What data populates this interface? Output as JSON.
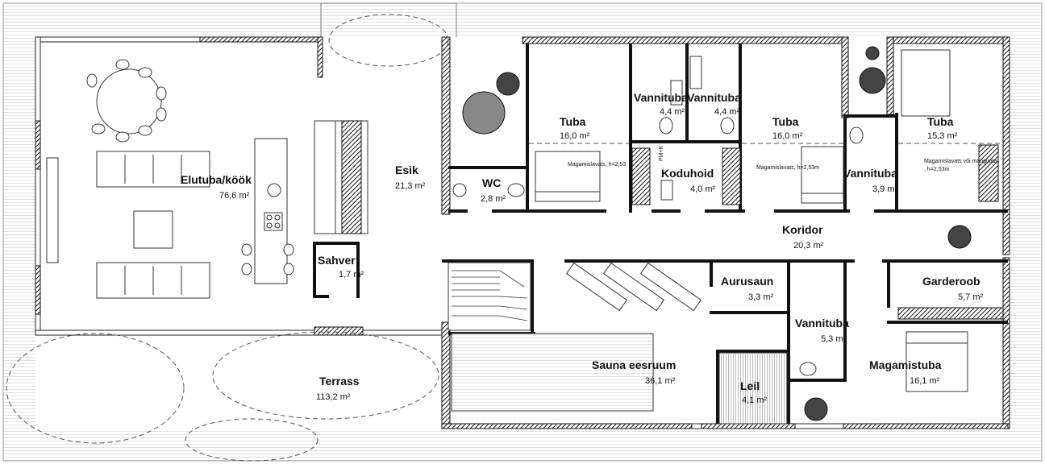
{
  "rooms": {
    "elutuba": {
      "name": "Elutuba/köök",
      "area": "76,6 m²"
    },
    "esik": {
      "name": "Esik",
      "area": "21,3 m²"
    },
    "sahver": {
      "name": "Sahver",
      "area": "1,7 m²"
    },
    "wc": {
      "name": "WC",
      "area": "2,8 m²"
    },
    "tuba1": {
      "name": "Tuba",
      "area": "16,0 m²"
    },
    "vannituba1": {
      "name": "Vannituba",
      "area": "4,4 m²"
    },
    "vannituba2": {
      "name": "Vannituba",
      "area": "4,4 m²"
    },
    "tuba2": {
      "name": "Tuba",
      "area": "16,0 m²"
    },
    "tuba3": {
      "name": "Tuba",
      "area": "15,3 m²"
    },
    "koduhoid": {
      "name": "Koduhoid",
      "area": "4,0 m²"
    },
    "vannituba3": {
      "name": "Vannituba",
      "area": "3,9 m²"
    },
    "koridor": {
      "name": "Koridor",
      "area": "20,3 m²"
    },
    "aurusaun": {
      "name": "Aurusaun",
      "area": "3,3 m²"
    },
    "garderoob": {
      "name": "Garderoob",
      "area": "5,7 m²"
    },
    "vannituba4": {
      "name": "Vannituba",
      "area": "5,3 m²"
    },
    "magamistuba": {
      "name": "Magamistuba",
      "area": "16,1 m²"
    },
    "sauna_eesruum": {
      "name": "Sauna eesruum",
      "area": "36,1 m²"
    },
    "leil": {
      "name": "Leil",
      "area": "4,1 m²"
    },
    "terrass": {
      "name": "Terrass",
      "area": "113,2 m²"
    }
  },
  "notes": {
    "magamislavats1": "Magamislavats, h=2,53",
    "magamislavats2": "Magamislavats, h=2,53m",
    "magamislavats3": "Magamislavats või mänguala",
    "magamislavats3b": ", h=2,53m",
    "pmk": "PM+K"
  }
}
